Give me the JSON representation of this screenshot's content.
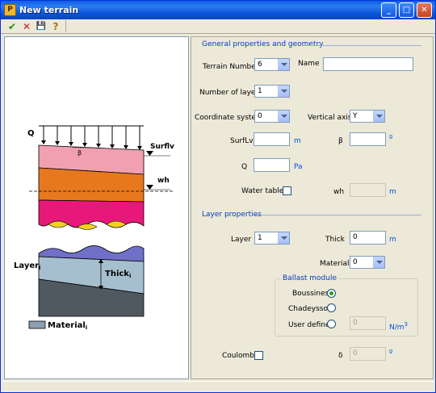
{
  "window": {
    "title": "New terrain",
    "controls": {
      "minimize": "_",
      "maximize": "□",
      "close": "✕"
    },
    "icon": "terrain-app-icon"
  },
  "toolbar": {
    "accept_icon": "✔",
    "cancel_icon": "✕",
    "save_icon": "💾",
    "help_icon": "?"
  },
  "drawing": {
    "load_label": "Q",
    "surface_label": "Surflv",
    "beta_label": "β",
    "water_label": "wh",
    "layer_label": "Layer",
    "layer_sub": "i",
    "thick_label": "Thick",
    "thick_sub": "i",
    "material_legend": "Material",
    "material_sub": "i",
    "colors": {
      "top_layer": "#f0a0b0",
      "mid_layer": "#e8781e",
      "bottom_layer": "#e8187a",
      "gravel": "#f0d21e",
      "swatch": "#8ca0b4",
      "wave": "#7070c8",
      "base_gray": "#505860"
    }
  },
  "general": {
    "header": "General properties and geometry",
    "terrain_number_label": "Terrain Number",
    "terrain_number_value": "6",
    "name_label": "Name",
    "name_value": "",
    "layers_label": "Number of layers",
    "layers_value": "1",
    "coord_label": "Coordinate system",
    "coord_value": "0",
    "vaxis_label": "Vertical axis",
    "vaxis_value": "Y",
    "surflv_label": "SurfLv",
    "surflv_value": "",
    "surflv_unit": "m",
    "beta_label": "β",
    "beta_value": "",
    "beta_unit": "º",
    "q_label": "Q",
    "q_value": "",
    "q_unit": "Pa",
    "water_label": "Water table",
    "wh_label": "wh",
    "wh_value": "",
    "wh_unit": "m"
  },
  "layer": {
    "header": "Layer properties",
    "layer_label": "Layer",
    "layer_value": "1",
    "thick_label": "Thick",
    "thick_value": "0",
    "thick_unit": "m",
    "material_label": "Material",
    "material_value": "0",
    "ballast": {
      "title": "Ballast module",
      "boussinesq": "Boussinesq",
      "chadeysson": "Chadeysson",
      "user_defined": "User defined",
      "value": "0",
      "unit": "N/m",
      "unit_sup": "3"
    },
    "coulomb_label": "Coulomb",
    "delta_label": "δ",
    "delta_value": "0",
    "delta_unit": "º"
  }
}
